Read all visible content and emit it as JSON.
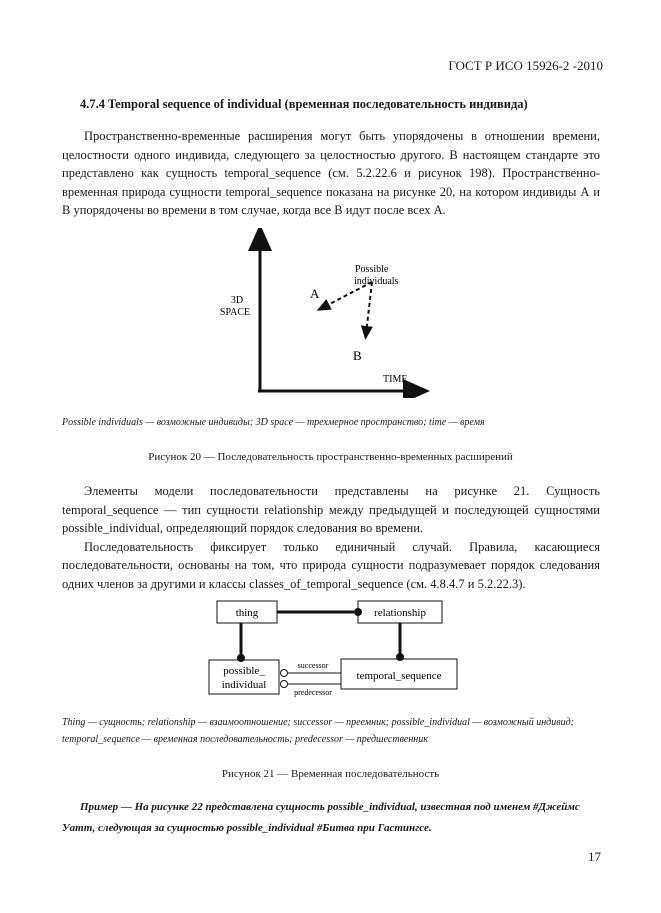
{
  "header": {
    "doc_id": "ГОСТ Р ИСО 15926-2 -2010"
  },
  "section": {
    "heading": "4.7.4 Temporal sequence of individual (временная последовательность индивида)"
  },
  "paragraph1": "Пространственно-временные расширения могут быть упорядочены в отношении времени, целостности одного индивида, следующего за целостностью другого. В настоящем стандарте это представлено как сущность temporal_sequence (см. 5.2.22.6 и рисунок 198). Пространственно-временная природа сущности temporal_sequence показана на рисунке 20, на котором индивиды А и В упорядочены во времени в том случае, когда все В идут после всех А.",
  "figure20": {
    "axis_y_label_1": "3D",
    "axis_y_label_2": "SPACE",
    "axis_x_label": "TIME",
    "label_possible_1": "Possible",
    "label_possible_2": "individuals",
    "label_a": "A",
    "label_b": "B",
    "legend": "Possible individuals — возможные индивиды; 3D space — трехмерное пространство; time — время",
    "caption": "Рисунок 20 — Последовательность пространственно-временных расширений"
  },
  "paragraph2": "Элементы модели последовательности представлены на рисунке 21. Сущность temporal_sequence — тип сущности relationship между предыдущей и последующей сущностями possible_individual, определяющий порядок следования во времени.",
  "paragraph3": "Последовательность фиксирует только единичный случай. Правила, касающиеся последовательности, основаны на том, что природа сущности подразумевает порядок следования одних членов за другими и классы classes_of_temporal_sequence (см. 4.8.4.7 и 5.2.22.3).",
  "figure21": {
    "box_thing": "thing",
    "box_relationship": "relationship",
    "box_possible_1": "possible_",
    "box_possible_2": "individual",
    "box_temporal": "temporal_sequence",
    "label_successor": "successor",
    "label_predecessor": "predecessor",
    "legend": "Thing — сущность; relationship — взаимоотношение; successor — преемник; possible_individual — возможный индивид; temporal_sequence — временная последовательность; predecessor — предшественник",
    "caption": "Рисунок 21 — Временная последовательность"
  },
  "example": "Пример — На рисунке 22 представлена сущность possible_individual, известная под именем #Джеймс Уатт, следующая за сущностью possible_individual #Битва при Гастингсе.",
  "page_number": "17"
}
